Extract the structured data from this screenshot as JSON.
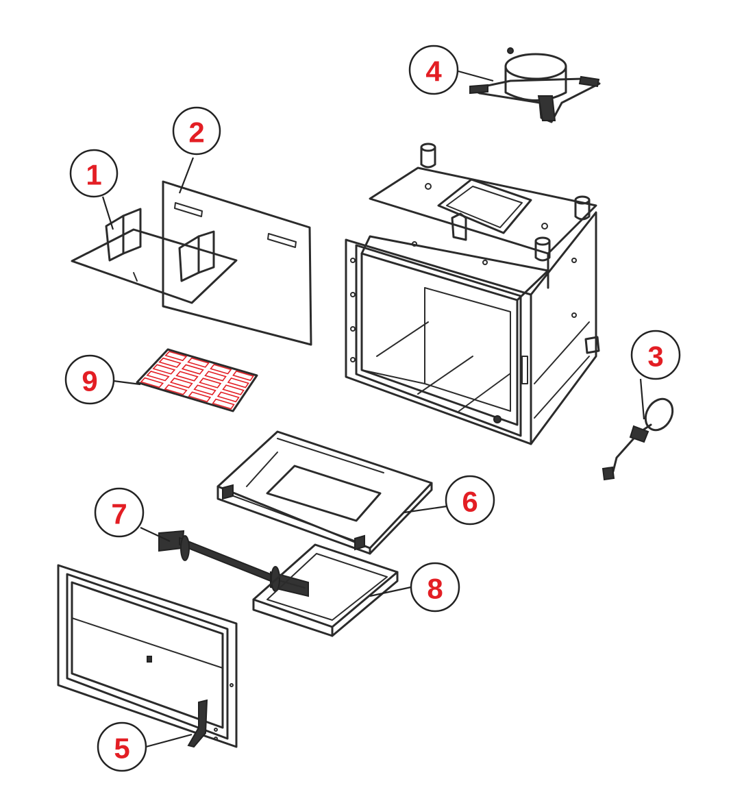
{
  "colors": {
    "label_red": "#e31e24",
    "line": "#2b2b2b",
    "grate_highlight": "#e31e24"
  },
  "callouts": [
    {
      "id": "1",
      "label": "1"
    },
    {
      "id": "2",
      "label": "2"
    },
    {
      "id": "3",
      "label": "3"
    },
    {
      "id": "4",
      "label": "4"
    },
    {
      "id": "5",
      "label": "5"
    },
    {
      "id": "6",
      "label": "6"
    },
    {
      "id": "7",
      "label": "7"
    },
    {
      "id": "8",
      "label": "8"
    },
    {
      "id": "9",
      "label": "9"
    }
  ]
}
